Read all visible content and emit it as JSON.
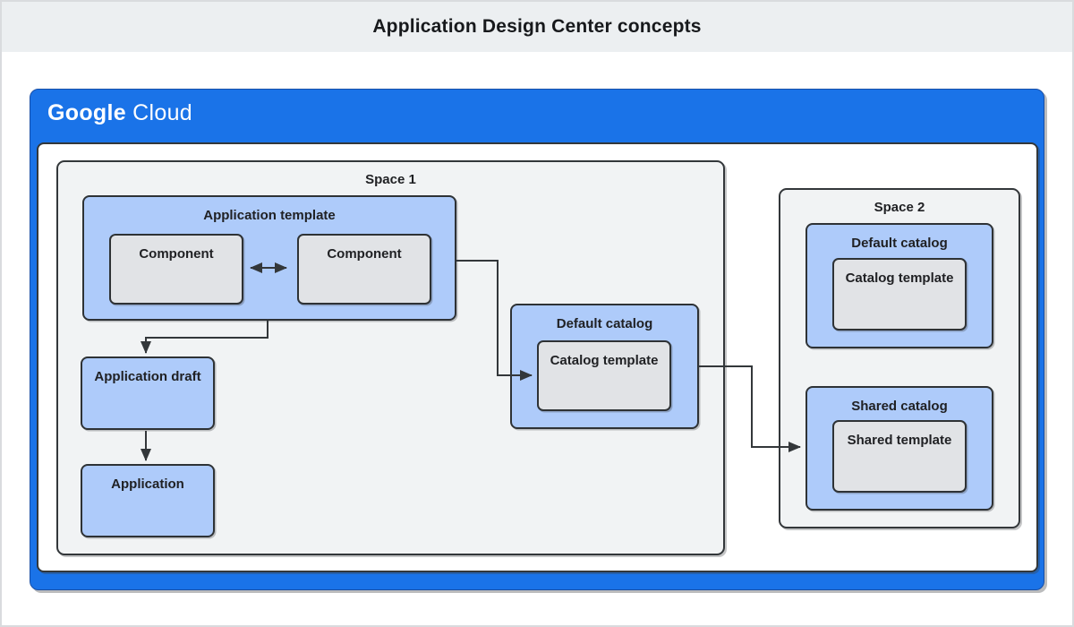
{
  "header": {
    "title": "Application Design Center concepts"
  },
  "brand": {
    "part1": "Google",
    "part2": "Cloud"
  },
  "space1": {
    "label": "Space 1",
    "app_template": {
      "title": "Application template",
      "components": [
        "Component",
        "Component"
      ]
    },
    "app_draft": {
      "label": "Application draft"
    },
    "application": {
      "label": "Application"
    },
    "default_catalog": {
      "title": "Default catalog",
      "template": "Catalog template"
    }
  },
  "space2": {
    "label": "Space 2",
    "default_catalog": {
      "title": "Default catalog",
      "template": "Catalog template"
    },
    "shared_catalog": {
      "title": "Shared catalog",
      "template": "Shared template"
    }
  },
  "colors": {
    "frame_blue": "#1a73e8",
    "node_blue": "#aecbfa",
    "node_gray": "#e1e3e6",
    "space_gray": "#f1f3f4",
    "border_dark": "#33373a",
    "text": "#202124",
    "band_gray": "#eceff1"
  }
}
